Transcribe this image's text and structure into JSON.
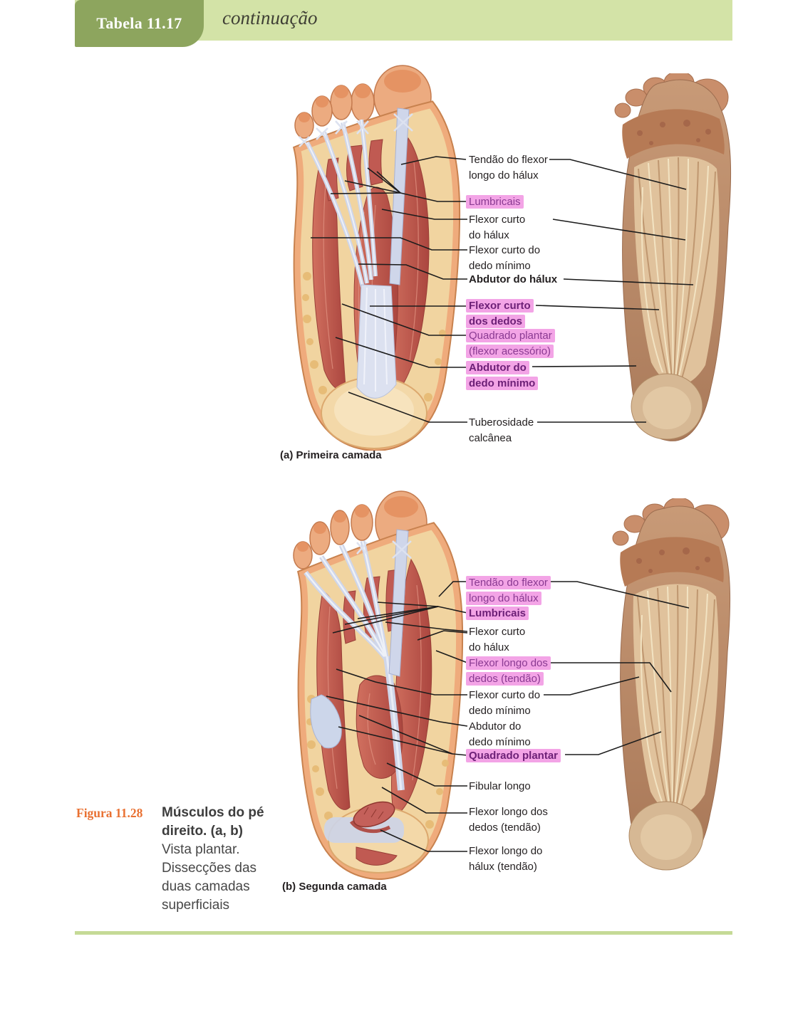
{
  "header": {
    "tab_label": "Tabela 11.17",
    "continuation_label": "continuação",
    "tab_color": "#8da55e",
    "band_color": "#d3e3a7"
  },
  "figure_caption": {
    "number": "Figura 11.28",
    "number_color": "#e97132",
    "bold_text": "Músculos do pé direito. (a, b)",
    "regular_text": " Vista plantar. Dissecções das duas camadas superficiais"
  },
  "figures": [
    {
      "caption": "(a) Primeira camada",
      "labels": [
        {
          "text": "Tendão do flexor\nlongo do hálux",
          "bold": false,
          "highlight": false
        },
        {
          "text": "Lumbricais",
          "bold": false,
          "highlight": true
        },
        {
          "text": "Flexor curto\ndo hálux",
          "bold": false,
          "highlight": false
        },
        {
          "text": "Flexor curto do\ndedo mínimo",
          "bold": false,
          "highlight": false
        },
        {
          "text": "Abdutor do hálux",
          "bold": true,
          "highlight": false
        },
        {
          "text": "Flexor curto\ndos dedos",
          "bold": true,
          "highlight": true
        },
        {
          "text": "Quadrado plantar\n(flexor acessório)",
          "bold": false,
          "highlight": true
        },
        {
          "text": "Abdutor do\ndedo mínimo",
          "bold": true,
          "highlight": true
        },
        {
          "text": "Tuberosidade\ncalcânea",
          "bold": false,
          "highlight": false
        }
      ]
    },
    {
      "caption": "(b) Segunda camada",
      "labels": [
        {
          "text": "Tendão do flexor\nlongo do hálux",
          "bold": false,
          "highlight": true
        },
        {
          "text": "Lumbricais",
          "bold": true,
          "highlight": true
        },
        {
          "text": "Flexor curto\ndo hálux",
          "bold": false,
          "highlight": false
        },
        {
          "text": "Flexor longo dos\ndedos (tendão)",
          "bold": false,
          "highlight": true
        },
        {
          "text": "Flexor curto do\ndedo mínimo",
          "bold": false,
          "highlight": false
        },
        {
          "text": "Abdutor do\ndedo mínimo",
          "bold": false,
          "highlight": false
        },
        {
          "text": "Quadrado plantar",
          "bold": true,
          "highlight": true
        },
        {
          "text": "Fibular longo",
          "bold": false,
          "highlight": false
        },
        {
          "text": "Flexor longo dos\ndedos (tendão)",
          "bold": false,
          "highlight": false
        },
        {
          "text": "Flexor longo do\nhálux (tendão)",
          "bold": false,
          "highlight": false
        }
      ]
    }
  ],
  "colors": {
    "highlight_pink": "#f3a4e6",
    "highlight_text": "#8a3a92",
    "highlight_text_bold": "#6d2077",
    "label_text": "#231f20",
    "leader_line": "#1c1c1c",
    "bottom_rule": "#c5da96"
  }
}
